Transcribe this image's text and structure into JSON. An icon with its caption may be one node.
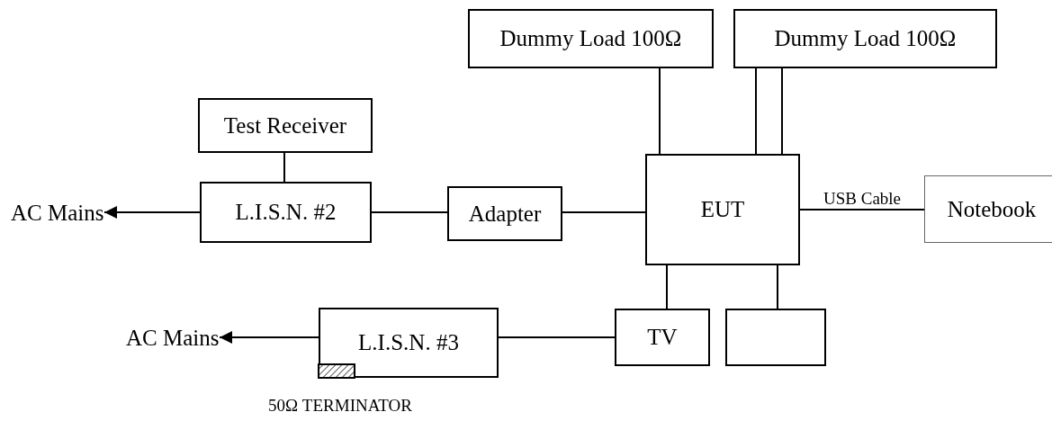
{
  "diagram": {
    "nodes": [
      {
        "text": [
          "Dummy Load 100Ω"
        ]
      },
      {
        "text": [
          "Dummy Load 100Ω"
        ]
      },
      {
        "text": [
          "Test Receiver"
        ]
      },
      {
        "text": [
          "AC Mains"
        ]
      },
      {
        "text": [
          "L.I.S.N. #2"
        ]
      },
      {
        "text": [
          "Adapter"
        ]
      },
      {
        "text": [
          "EUT"
        ]
      },
      {
        "text": [
          "Notebook"
        ]
      },
      {
        "text": [
          "AC Mains"
        ]
      },
      {
        "text": [
          "L.I.S.N. #3"
        ]
      },
      {
        "text": [
          "TV"
        ]
      },
      {
        "text": [],
        "shape": "box"
      }
    ],
    "edges": [
      {
        "from": 0,
        "to": 6,
        "arrow": "none"
      },
      {
        "from": 1,
        "to": 6,
        "arrow": "none"
      },
      {
        "from": 1,
        "to": 6,
        "arrow": "none"
      },
      {
        "from": 2,
        "to": 4,
        "arrow": "none"
      },
      {
        "from": 4,
        "to": 3,
        "arrow": "to"
      },
      {
        "from": 4,
        "to": 5,
        "arrow": "none"
      },
      {
        "from": 5,
        "to": 6,
        "arrow": "none"
      },
      {
        "from": 6,
        "to": 7,
        "arrow": "none",
        "label": "USB Cable"
      },
      {
        "from": 6,
        "to": 10,
        "arrow": "none"
      },
      {
        "from": 6,
        "to": 11,
        "arrow": "none"
      },
      {
        "from": 10,
        "to": 9,
        "arrow": "none"
      },
      {
        "from": 9,
        "to": 8,
        "arrow": "to"
      }
    ],
    "labels": [
      "50Ω TERMINATOR"
    ]
  }
}
